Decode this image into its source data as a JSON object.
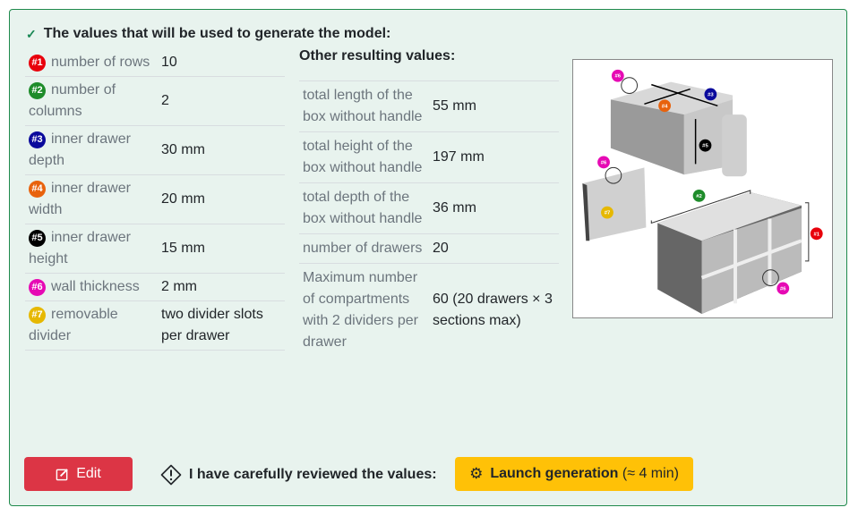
{
  "title": "The values that will be used to generate the model:",
  "inputs": [
    {
      "badge": "#1",
      "color": "#e8000b",
      "label": "number of rows",
      "value": "10"
    },
    {
      "badge": "#2",
      "color": "#1e8c2a",
      "label": "number of columns",
      "value": "2"
    },
    {
      "badge": "#3",
      "color": "#0a0a9c",
      "label": "inner drawer depth",
      "value": "30 mm"
    },
    {
      "badge": "#4",
      "color": "#e8620c",
      "label": "inner drawer width",
      "value": "20 mm"
    },
    {
      "badge": "#5",
      "color": "#000000",
      "label": "inner drawer height",
      "value": "15 mm"
    },
    {
      "badge": "#6",
      "color": "#e60ab4",
      "label": "wall thickness",
      "value": "2 mm"
    },
    {
      "badge": "#7",
      "color": "#e6b800",
      "label": "removable divider",
      "value": "two divider slots per drawer"
    }
  ],
  "other_heading": "Other resulting values:",
  "other": [
    {
      "label": "total length of the box without handle",
      "value": "55 mm"
    },
    {
      "label": "total height of the box without handle",
      "value": "197 mm"
    },
    {
      "label": "total depth of the box without handle",
      "value": "36 mm"
    },
    {
      "label": "number of drawers",
      "value": "20"
    },
    {
      "label": "Maximum number of compartments with 2 dividers per drawer",
      "value": "60 (20 drawers × 3 sections max)"
    }
  ],
  "diagram_labels": [
    "#1",
    "#2",
    "#3",
    "#4",
    "#5",
    "#6",
    "#7"
  ],
  "edit_label": "Edit",
  "review_label": "I have carefully reviewed the values:",
  "launch_label": "Launch generation",
  "launch_time": "(≈ 4 min)"
}
